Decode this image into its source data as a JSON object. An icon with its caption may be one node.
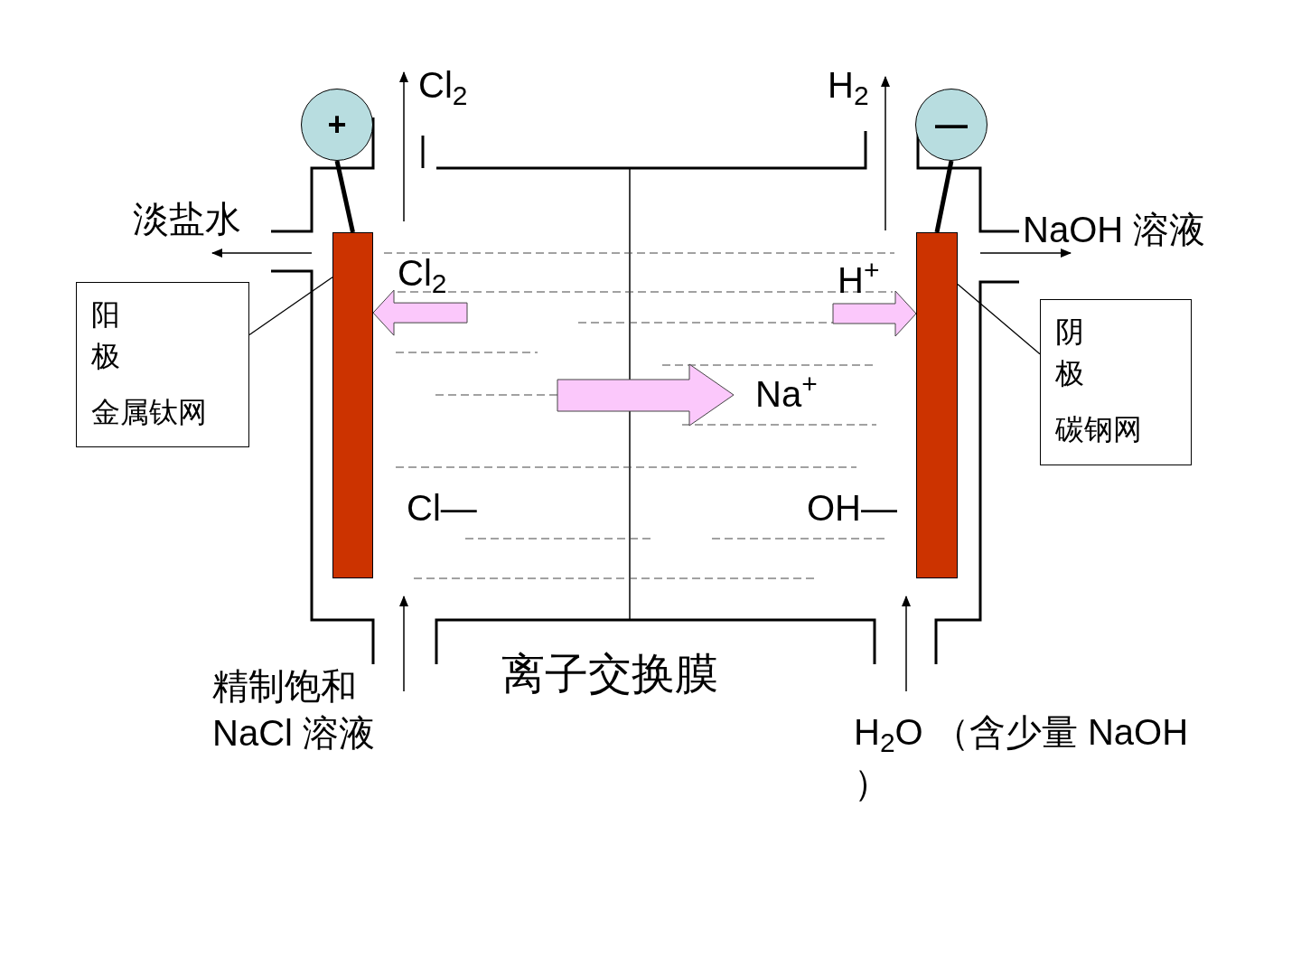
{
  "diagram": {
    "nodes": [
      {
        "text": [
          "阳极",
          "金属钛网"
        ]
      },
      {
        "text": [],
        "shape": "bar"
      },
      {
        "text": [
          "阴极",
          "碳钢网"
        ]
      },
      {
        "text": [],
        "shape": "bar"
      },
      {
        "text": [
          "+"
        ]
      },
      {
        "text": [
          "—"
        ]
      }
    ],
    "edges": [
      {
        "from": 0,
        "to": 1,
        "arrow": "none"
      },
      {
        "from": 2,
        "to": 3,
        "arrow": "none"
      },
      {
        "from": 4,
        "to": 1,
        "arrow": "none",
        "style": "thick"
      },
      {
        "from": 5,
        "to": 3,
        "arrow": "none",
        "style": "thick"
      },
      {
        "from": null,
        "to": 1,
        "arrow": "to"
      },
      {
        "from": null,
        "to": 3,
        "arrow": "to"
      }
    ],
    "labels": [
      "Cl$_{2}$",
      "H$_{2}$",
      "淡盐水",
      "NaOH 溶液",
      "Cl$_{2}$",
      "H$^{+}$",
      "Na$^{+}$",
      "Cl—",
      "OH—",
      "离子交换膜",
      "精制饱和 NaCl 溶液",
      "H$_{2}$O （含少量 NaOH ）"
    ]
  }
}
